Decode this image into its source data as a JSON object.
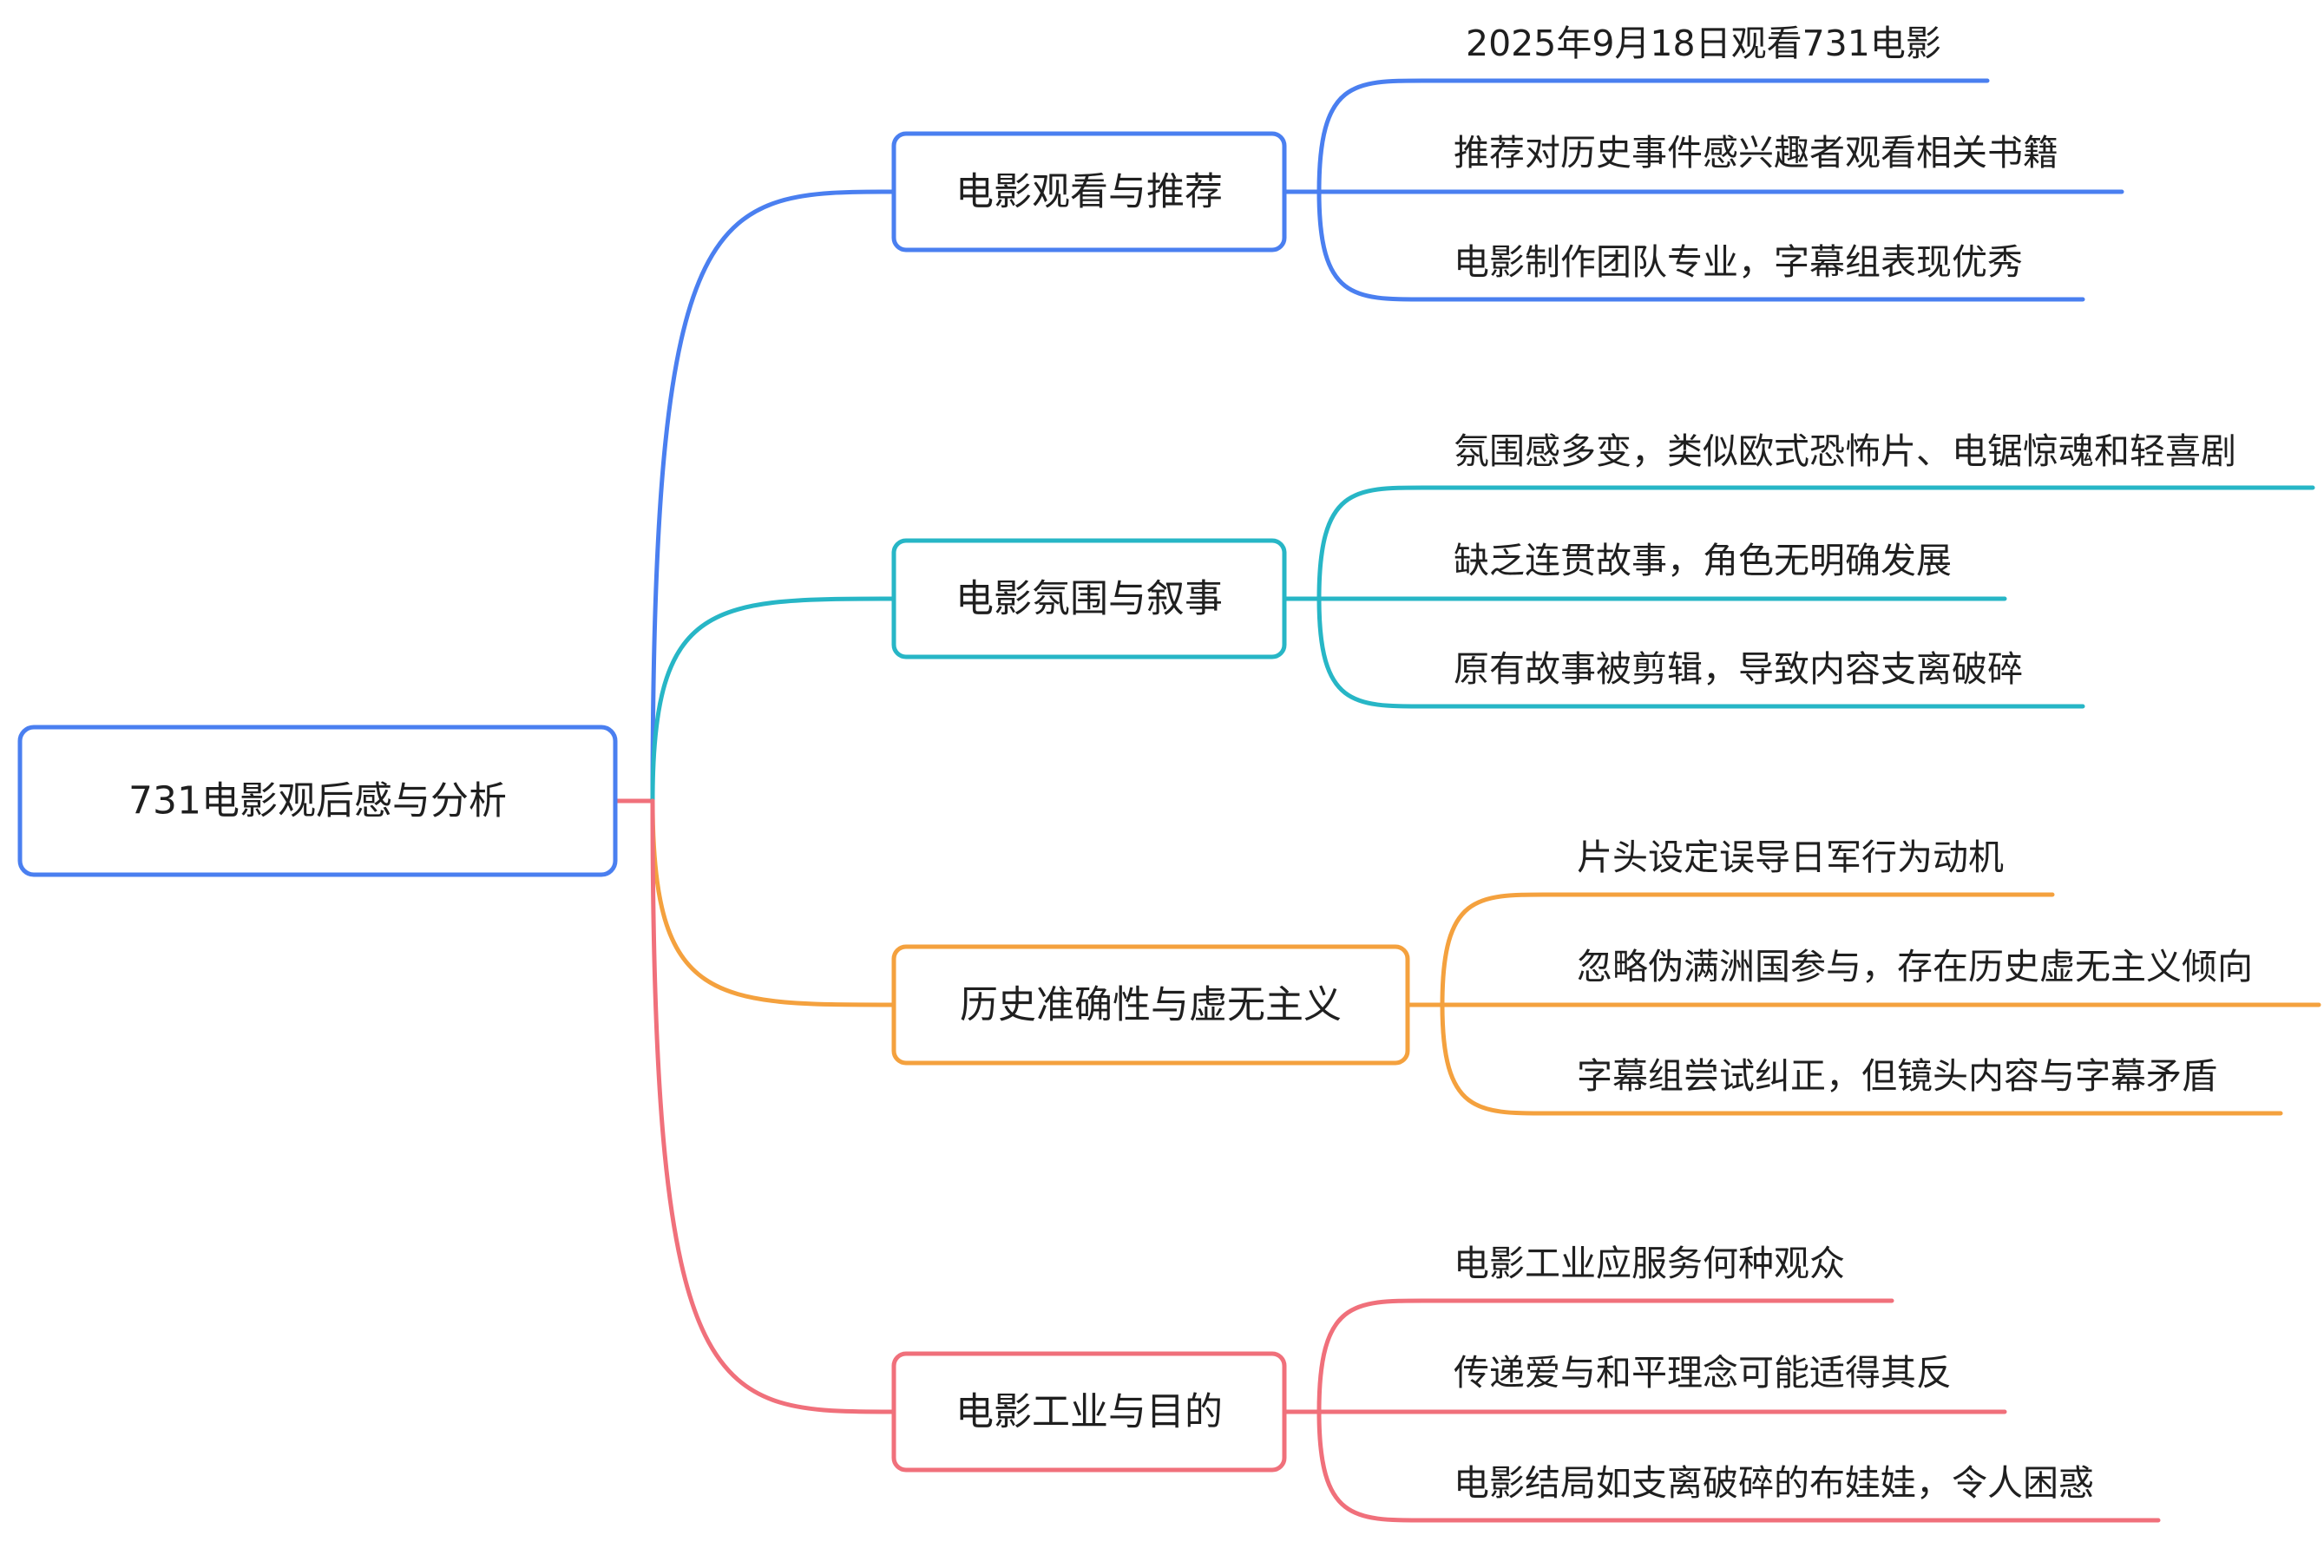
{
  "root": {
    "label": "731电影观后感与分析",
    "color": "#4a7ff0"
  },
  "branches": [
    {
      "label": "电影观看与推荐",
      "color": "#4a7ff0",
      "leaves": [
        "2025年9月18日观看731电影",
        "推荐对历史事件感兴趣者观看相关书籍",
        "电影制作团队专业，字幕组表现优秀"
      ]
    },
    {
      "label": "电影氛围与叙事",
      "color": "#27b6c6",
      "leaves": [
        "氛围感多变，类似欧式恐怖片、电锯惊魂和轻喜剧",
        "缺乏连贯故事，角色无明确发展",
        "原有故事被剪辑，导致内容支离破碎"
      ]
    },
    {
      "label": "历史准确性与虚无主义",
      "color": "#f4a13e",
      "leaves": [
        "片头设定误导日军行为动机",
        "忽略伪满洲国参与，存在历史虚无主义倾向",
        "字幕组尝试纠正，但镜头内容与字幕矛盾"
      ]
    },
    {
      "label": "电影工业与目的",
      "color": "#f0707b",
      "leaves": [
        "电影工业应服务何种观众",
        "传递爱与和平理念可能适得其反",
        "电影结局如支离破碎的布娃娃，令人困惑"
      ]
    }
  ]
}
